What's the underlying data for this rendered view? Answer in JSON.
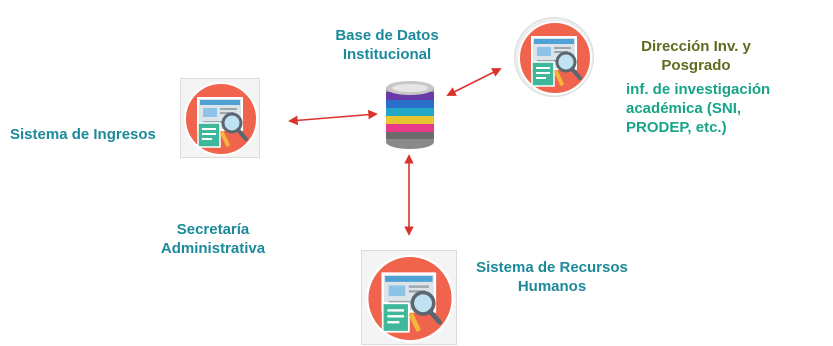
{
  "colors": {
    "label_teal": "#1c8a9a",
    "label_olive": "#5f6b1f",
    "label_green": "#17a487",
    "arrow_red": "#d9342b",
    "icon_circle": "#f0644d"
  },
  "icon": "document-magnifier-icon",
  "hub": {
    "title_line1": "Base de Datos",
    "title_line2": "Institucional",
    "icon": "database-icon"
  },
  "nodes": {
    "ingresos": {
      "label": "Sistema de Ingresos"
    },
    "direccion": {
      "title_line1": "Dirección Inv. y",
      "title_line2": "Posgrado",
      "detail_line1": "inf. de investigación",
      "detail_line2": "académica (SNI,",
      "detail_line3": "PRODEP, etc.)"
    },
    "rh": {
      "title_line1": "Sistema de Recursos",
      "title_line2": "Humanos"
    }
  },
  "secretaria": {
    "line1": "Secretaría",
    "line2": "Administrativa"
  }
}
